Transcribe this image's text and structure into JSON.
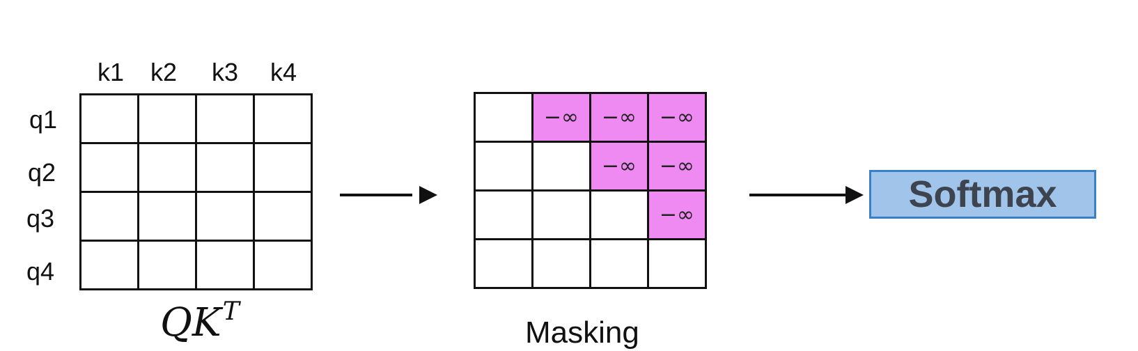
{
  "left_matrix": {
    "col_labels": [
      "k1",
      "k2",
      "k3",
      "k4"
    ],
    "row_labels": [
      "q1",
      "q2",
      "q3",
      "q4"
    ],
    "caption_base": "QK",
    "caption_sup": "T"
  },
  "mask_matrix": {
    "caption": "Masking",
    "mask_symbol": "−∞",
    "masked": [
      [
        false,
        true,
        true,
        true
      ],
      [
        false,
        false,
        true,
        true
      ],
      [
        false,
        false,
        false,
        true
      ],
      [
        false,
        false,
        false,
        false
      ]
    ]
  },
  "softmax": {
    "label": "Softmax"
  },
  "colors": {
    "mask_fill": "#ef8af2",
    "softmax_fill": "#a0c4ea",
    "softmax_border": "#3b7fc4"
  }
}
